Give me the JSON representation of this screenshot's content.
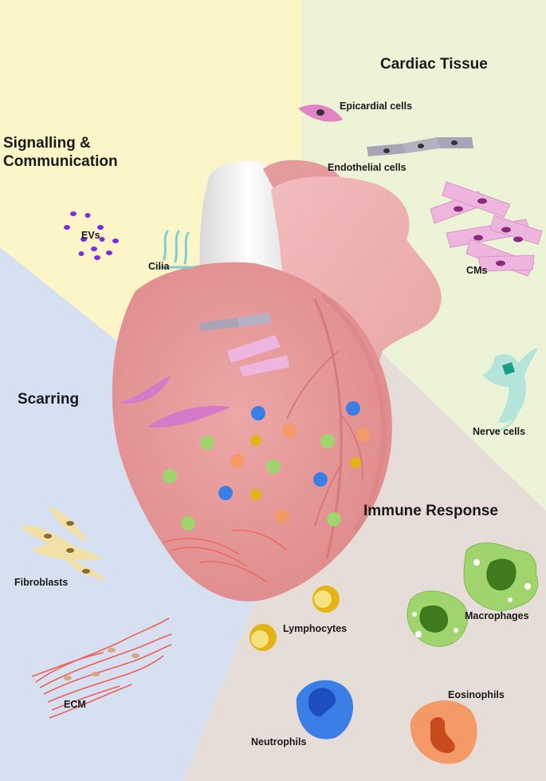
{
  "colors": {
    "signalling_bg": "#fbf5c8",
    "cardiac_bg": "#edf3d6",
    "scarring_bg": "#d6e0f0",
    "immune_bg": "#e6ddd8",
    "heart": "#e6999a",
    "cm": "#eeb6df",
    "ev": "#7a2be3",
    "neutrophil": "#3b7ee6",
    "lymphocyte": "#e2b514",
    "macrophage": "#9fd56c",
    "eosinophil": "#f49a66"
  },
  "sections": {
    "signalling_line1": "Signalling &",
    "signalling_line2": "Communication",
    "cardiac": "Cardiac Tissue",
    "scarring": "Scarring",
    "immune": "Immune Response"
  },
  "cells": {
    "epicardial": "Epicardial cells",
    "endothelial": "Endothelial cells",
    "cms": "CMs",
    "nerve": "Nerve cells",
    "evs": "EVs",
    "cilia": "Cilia",
    "fibroblasts": "Fibroblasts",
    "ecm": "ECM",
    "lymphocytes": "Lymphocytes",
    "macrophages": "Macrophages",
    "neutrophils": "Neutrophils",
    "eosinophils": "Eosinophils"
  }
}
